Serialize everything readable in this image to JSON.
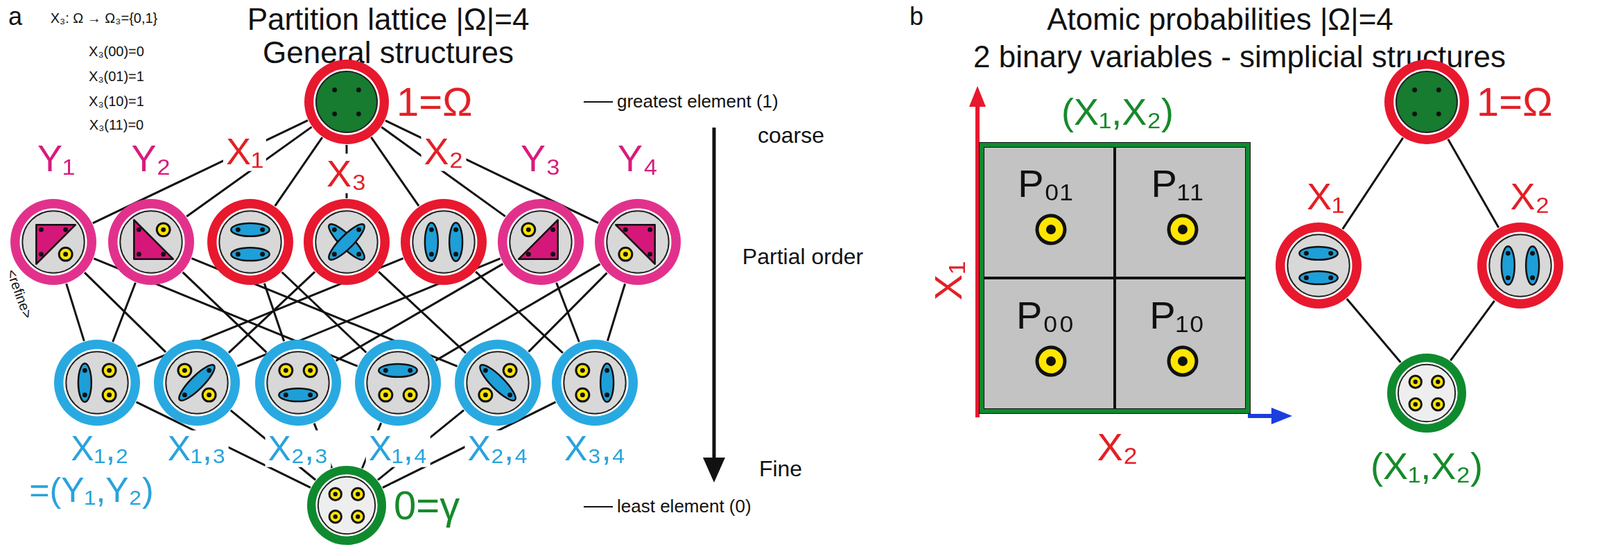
{
  "diagram": {
    "nodes": [
      {
        "text": [
          "1=Ω"
        ]
      },
      {
        "text": [
          "Y₁"
        ]
      },
      {
        "text": [
          "Y₂"
        ]
      },
      {
        "text": [
          "X₁"
        ]
      },
      {
        "text": [
          "X₃"
        ]
      },
      {
        "text": [
          "X₂"
        ]
      },
      {
        "text": [
          "Y₃"
        ]
      },
      {
        "text": [
          "Y₄"
        ]
      },
      {
        "text": [
          "X₁,₂",
          "=(Y₁,Y₂)"
        ]
      },
      {
        "text": [
          "X₁,₃"
        ]
      },
      {
        "text": [
          "X₂,₃"
        ]
      },
      {
        "text": [
          "X₁,₄"
        ]
      },
      {
        "text": [
          "X₂,₄"
        ]
      },
      {
        "text": [
          "X₃,₄"
        ]
      },
      {
        "text": [
          "0=γ"
        ]
      },
      {
        "text": [
          "(X₁,X₂)"
        ]
      },
      {
        "text": [
          "P₀₁"
        ],
        "in": 15
      },
      {
        "text": [
          "P₁₁"
        ],
        "in": 15
      },
      {
        "text": [
          "P₀₀"
        ],
        "in": 15
      },
      {
        "text": [
          "P₁₀"
        ],
        "in": 15
      },
      {
        "text": [
          "1=Ω"
        ]
      },
      {
        "text": [
          "X₁"
        ]
      },
      {
        "text": [
          "X₂"
        ]
      },
      {
        "text": [
          "(X₁,X₂)"
        ]
      }
    ],
    "edges": [
      {
        "from": 0,
        "to": 1,
        "arrow": "none"
      },
      {
        "from": 0,
        "to": 2,
        "arrow": "none"
      },
      {
        "from": 0,
        "to": 3,
        "arrow": "none"
      },
      {
        "from": 0,
        "to": 4,
        "arrow": "none"
      },
      {
        "from": 0,
        "to": 5,
        "arrow": "none"
      },
      {
        "from": 0,
        "to": 6,
        "arrow": "none"
      },
      {
        "from": 0,
        "to": 7,
        "arrow": "none"
      },
      {
        "from": 1,
        "to": 8,
        "arrow": "none"
      },
      {
        "from": 1,
        "to": 9,
        "arrow": "none"
      },
      {
        "from": 1,
        "to": 11,
        "arrow": "none"
      },
      {
        "from": 2,
        "to": 8,
        "arrow": "none"
      },
      {
        "from": 2,
        "to": 10,
        "arrow": "none"
      },
      {
        "from": 2,
        "to": 12,
        "arrow": "none"
      },
      {
        "from": 3,
        "to": 10,
        "arrow": "none"
      },
      {
        "from": 3,
        "to": 11,
        "arrow": "none"
      },
      {
        "from": 4,
        "to": 9,
        "arrow": "none"
      },
      {
        "from": 4,
        "to": 12,
        "arrow": "none"
      },
      {
        "from": 5,
        "to": 8,
        "arrow": "none"
      },
      {
        "from": 5,
        "to": 13,
        "arrow": "none"
      },
      {
        "from": 6,
        "to": 9,
        "arrow": "none"
      },
      {
        "from": 6,
        "to": 10,
        "arrow": "none"
      },
      {
        "from": 6,
        "to": 13,
        "arrow": "none"
      },
      {
        "from": 7,
        "to": 11,
        "arrow": "none"
      },
      {
        "from": 7,
        "to": 12,
        "arrow": "none"
      },
      {
        "from": 7,
        "to": 13,
        "arrow": "none"
      },
      {
        "from": 8,
        "to": 14,
        "arrow": "none"
      },
      {
        "from": 9,
        "to": 14,
        "arrow": "none"
      },
      {
        "from": 10,
        "to": 14,
        "arrow": "none"
      },
      {
        "from": 11,
        "to": 14,
        "arrow": "none"
      },
      {
        "from": 12,
        "to": 14,
        "arrow": "none"
      },
      {
        "from": 13,
        "to": 14,
        "arrow": "none"
      },
      {
        "from": 20,
        "to": 21,
        "arrow": "none"
      },
      {
        "from": 20,
        "to": 22,
        "arrow": "none"
      },
      {
        "from": 21,
        "to": 23,
        "arrow": "none"
      },
      {
        "from": 22,
        "to": 23,
        "arrow": "none"
      }
    ],
    "labels": [
      "a",
      "Partition lattice |Ω|=4",
      "General structures",
      "X₃: Ω → Ω₃={0,1}",
      "X₃(00)=0",
      "X₃(01)=1",
      "X₃(10)=1",
      "X₃(11)=0",
      "greatest element (1)",
      "coarse",
      "Partial order",
      "Fine",
      "least element (0)",
      "<refine>",
      "b",
      "Atomic probabilities |Ω|=4",
      "2 binary variables - simplicial structures",
      "X₁",
      "X₂"
    ]
  }
}
